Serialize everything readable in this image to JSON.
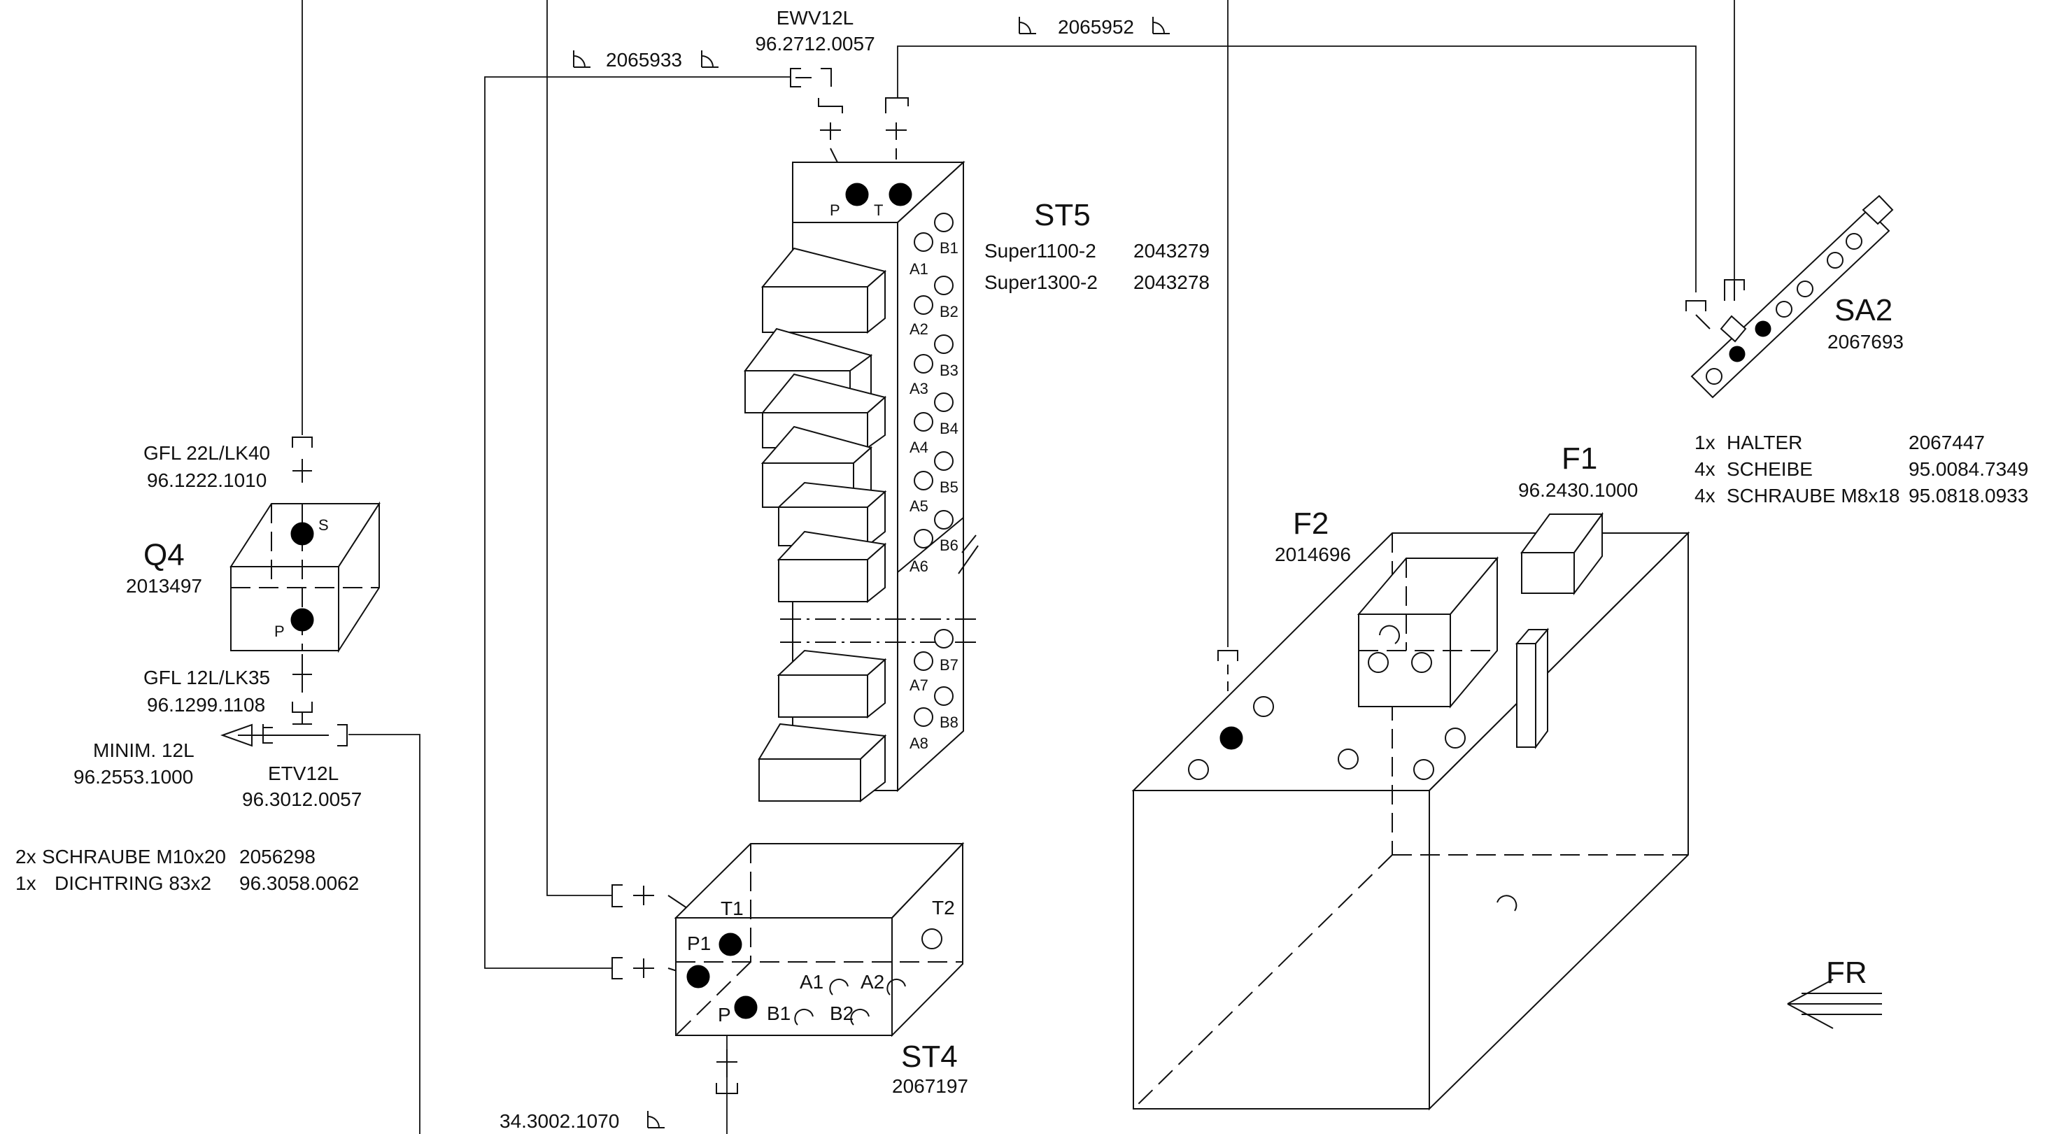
{
  "components": {
    "st5": {
      "name": "ST5",
      "variants": [
        {
          "label": "Super1100-2",
          "number": "2043279"
        },
        {
          "label": "Super1300-2",
          "number": "2043278"
        }
      ],
      "ports_top": [
        "P",
        "T"
      ],
      "ports_a": [
        "A1",
        "A2",
        "A3",
        "A4",
        "A5",
        "A6",
        "A7",
        "A8"
      ],
      "ports_b": [
        "B1",
        "B2",
        "B3",
        "B4",
        "B5",
        "B6",
        "B7",
        "B8"
      ]
    },
    "st4": {
      "name": "ST4",
      "number": "2067197",
      "ports": {
        "t1": "T1",
        "t2": "T2",
        "p1": "P1",
        "p": "P",
        "a1": "A1",
        "a2": "A2",
        "b1": "B1",
        "b2": "B2"
      }
    },
    "q4": {
      "name": "Q4",
      "number": "2013497",
      "port_s": "S",
      "port_p": "P"
    },
    "sa2": {
      "name": "SA2",
      "number": "2067693"
    },
    "f1": {
      "name": "F1",
      "number": "96.2430.1000"
    },
    "f2": {
      "name": "F2",
      "number": "2014696"
    }
  },
  "fittings": {
    "ewv": {
      "name": "EWV12L",
      "number": "96.2712.0057"
    },
    "gfl22": {
      "name": "GFL 22L/LK40",
      "number": "96.1222.1010"
    },
    "gfl12": {
      "name": "GFL 12L/LK35",
      "number": "96.1299.1108"
    },
    "minim": {
      "name": "MINIM. 12L",
      "number": "96.2553.1000"
    },
    "etv": {
      "name": "ETV12L",
      "number": "96.3012.0057"
    }
  },
  "hose_refs": [
    "2065933",
    "2065952",
    "34.3002.1070"
  ],
  "parts_left": [
    {
      "qty": "2x",
      "desc": "SCHRAUBE M10x20",
      "number": "2056298"
    },
    {
      "qty": "1x",
      "desc": "DICHTRING 83x2",
      "number": "96.3058.0062"
    }
  ],
  "parts_right": [
    {
      "qty": "1x",
      "desc": "HALTER",
      "number": "2067447"
    },
    {
      "qty": "4x",
      "desc": "SCHEIBE",
      "number": "95.0084.7349"
    },
    {
      "qty": "4x",
      "desc": "SCHRAUBE M8x18",
      "number": "95.0818.0933"
    }
  ],
  "direction": {
    "label": "FR"
  }
}
